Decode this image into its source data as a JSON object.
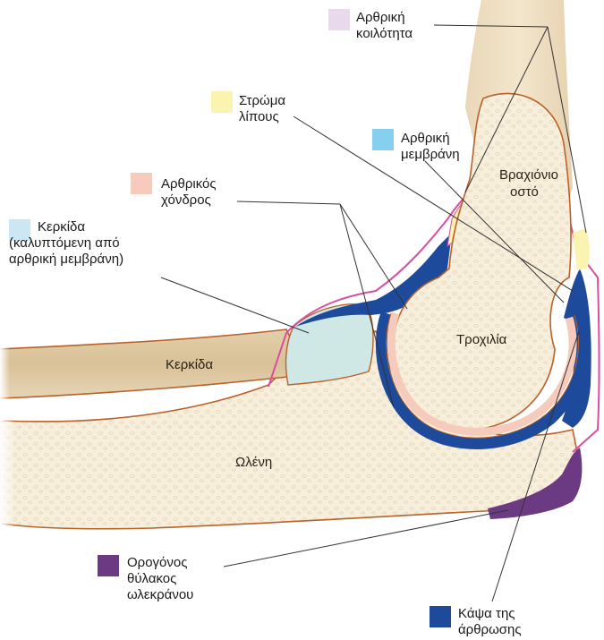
{
  "legend": [
    {
      "key": "articular_cavity",
      "lines": [
        "Αρθρική",
        "κοιλότητα"
      ],
      "color": "#e8d9ec"
    },
    {
      "key": "fat_layer",
      "lines": [
        "Στρώμα",
        "λίπους"
      ],
      "color": "#faf4b0"
    },
    {
      "key": "synovial_membrane",
      "lines": [
        "Αρθρική",
        "μεμβράνη"
      ],
      "color": "#86cfef"
    },
    {
      "key": "articular_cartilage",
      "lines": [
        "Αρθρικός",
        "χόνδρος"
      ],
      "color": "#f6cbbb"
    },
    {
      "key": "radius_covered",
      "lines": [
        "Κερκίδα",
        "(καλυπτόμενη από",
        "αρθρική μεμβράνη)"
      ],
      "color": "#cbe7f4"
    },
    {
      "key": "olecranon_bursa",
      "lines": [
        "Ορογόνος",
        "θύλακος",
        "ωλεκράνου"
      ],
      "color": "#6b3a82"
    },
    {
      "key": "joint_capsule",
      "lines": [
        "Κάψα της",
        "άρθρωσης"
      ],
      "color": "#1d4a9a"
    }
  ],
  "structures": {
    "humerus": [
      "Βραχιόνιο",
      "οστό"
    ],
    "trochlea": "Τροχιλία",
    "radius": "Κερκίδα",
    "ulna": "Ωλένη"
  }
}
